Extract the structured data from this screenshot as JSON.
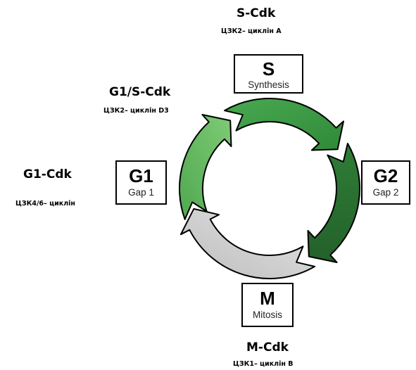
{
  "phases": {
    "s": {
      "letter": "S",
      "name": "Synthesis",
      "color": "#3e9a46"
    },
    "g2": {
      "letter": "G2",
      "name": "Gap 2",
      "color": "#2a7132"
    },
    "m": {
      "letter": "M",
      "name": "Mitosis",
      "color": "#d2d2d2"
    },
    "g1": {
      "letter": "G1",
      "name": "Gap 1",
      "color": "#5fb85d"
    }
  },
  "complexes": {
    "s_cdk": {
      "title": "S-Cdk",
      "subtitle": "ЦЗК2– циклін А"
    },
    "g1s_cdk": {
      "title": "G1/S-Cdk",
      "subtitle": "ЦЗК2– циклін D3"
    },
    "g1_cdk": {
      "title": "G1-Cdk",
      "subtitle": "ЦЗК4/6– циклін"
    },
    "m_cdk": {
      "title": "M-Cdk",
      "subtitle": "ЦЗК1– циклін B"
    }
  }
}
